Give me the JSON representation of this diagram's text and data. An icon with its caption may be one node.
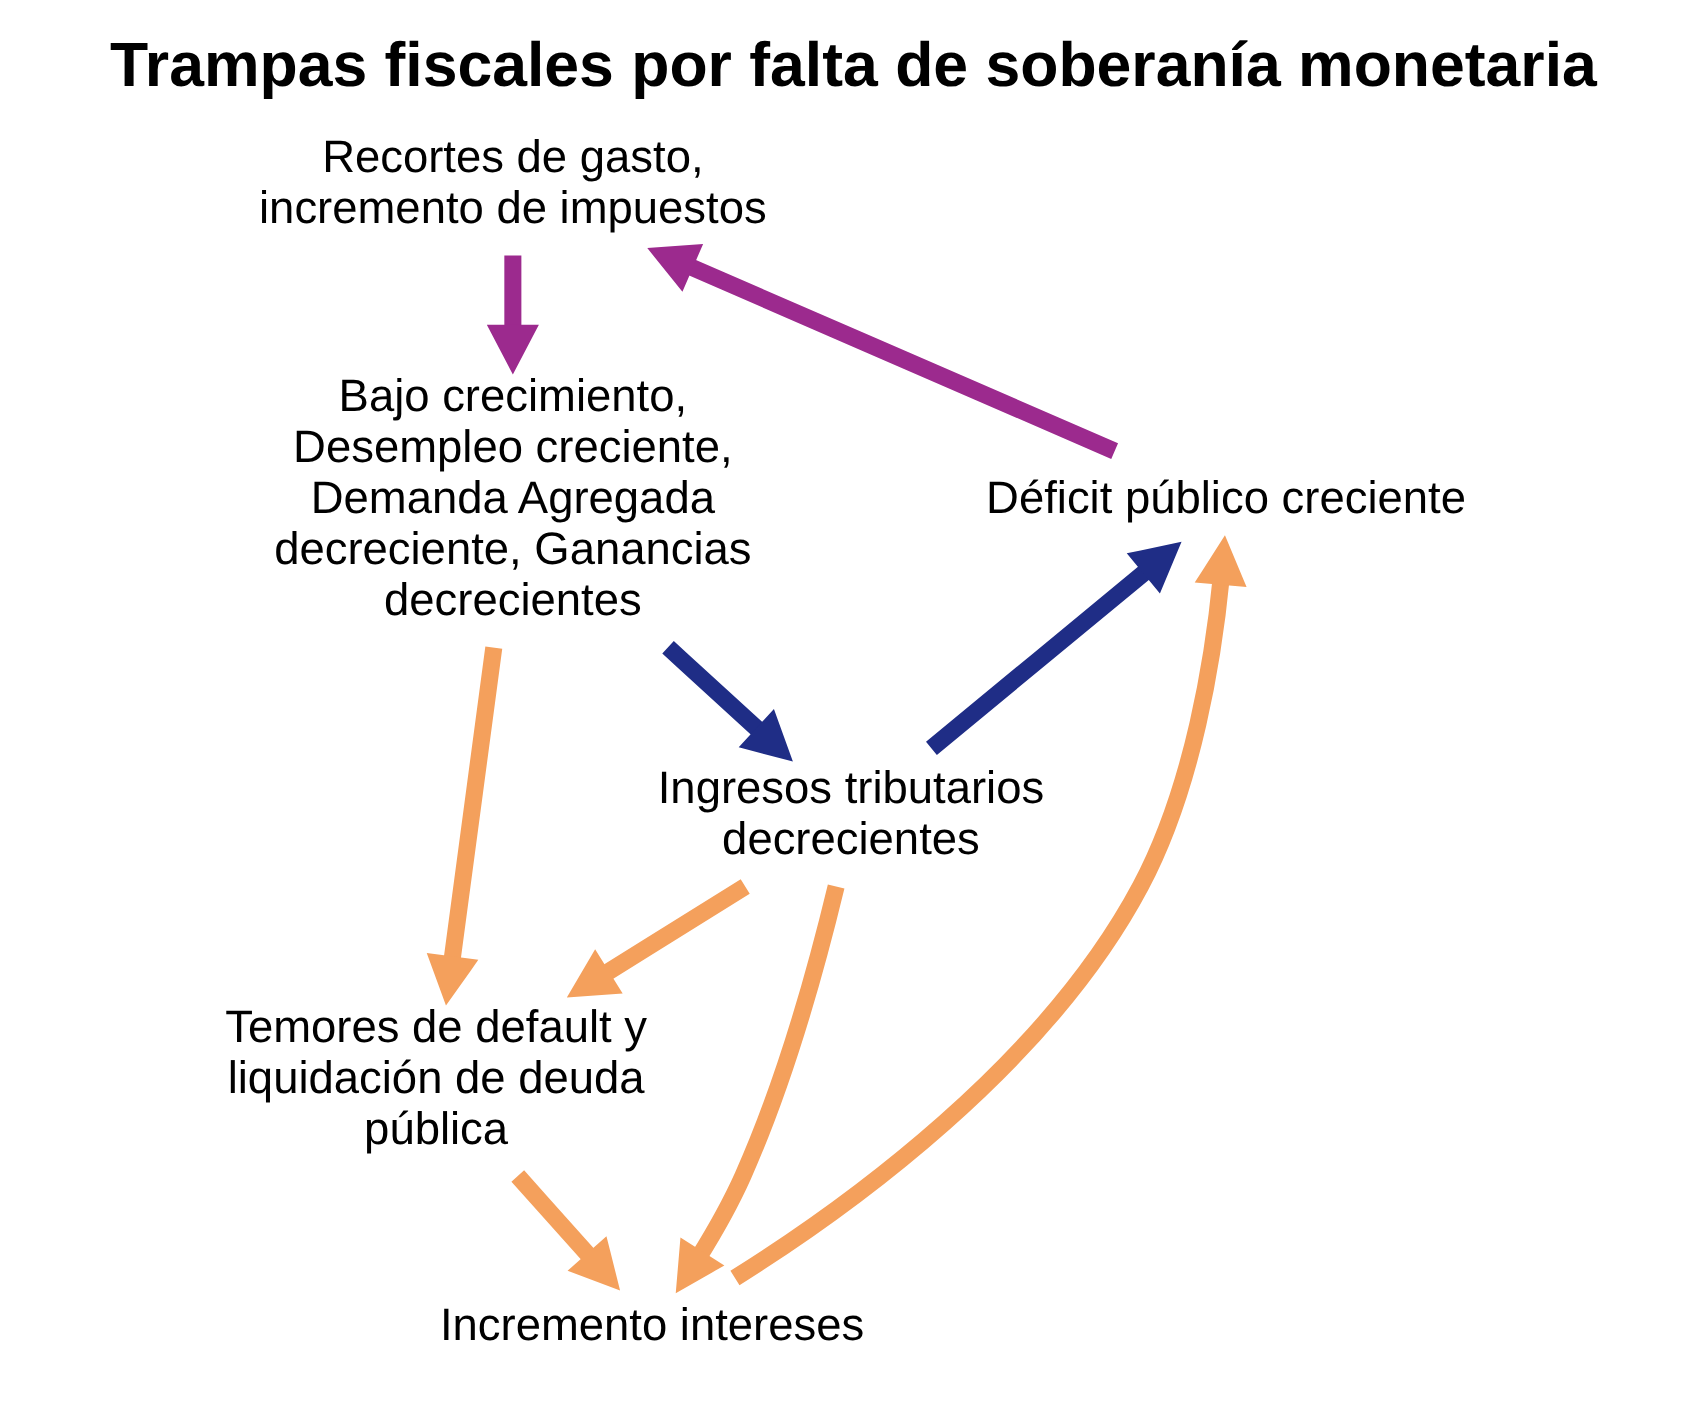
{
  "diagram": {
    "title": "Trampas fiscales por falta de soberanía monetaria",
    "nodes": [
      {
        "text": [
          "Recortes de gasto, incremento de impuestos"
        ]
      },
      {
        "text": [
          "Bajo crecimiento, Desempleo creciente, Demanda Agregada decreciente, Ganancias decrecientes"
        ]
      },
      {
        "text": [
          "Déficit público creciente"
        ]
      },
      {
        "text": [
          "Ingresos tributarios decrecientes"
        ]
      },
      {
        "text": [
          "Temores de default y liquidación de deuda pública"
        ]
      },
      {
        "text": [
          "Incremento intereses"
        ]
      }
    ],
    "edges": [
      {
        "from": 0,
        "to": 1,
        "arrow": "to",
        "color": "#9c2a8e"
      },
      {
        "from": 2,
        "to": 0,
        "arrow": "to",
        "color": "#9c2a8e"
      },
      {
        "from": 1,
        "to": 3,
        "arrow": "to",
        "color": "#1f2d86"
      },
      {
        "from": 3,
        "to": 2,
        "arrow": "to",
        "color": "#1f2d86"
      },
      {
        "from": 1,
        "to": 4,
        "arrow": "to"
      },
      {
        "from": 3,
        "to": 4,
        "arrow": "to"
      },
      {
        "from": 3,
        "to": 5,
        "arrow": "to"
      },
      {
        "from": 4,
        "to": 5,
        "arrow": "to"
      },
      {
        "from": 5,
        "to": 2,
        "arrow": "to"
      }
    ]
  }
}
